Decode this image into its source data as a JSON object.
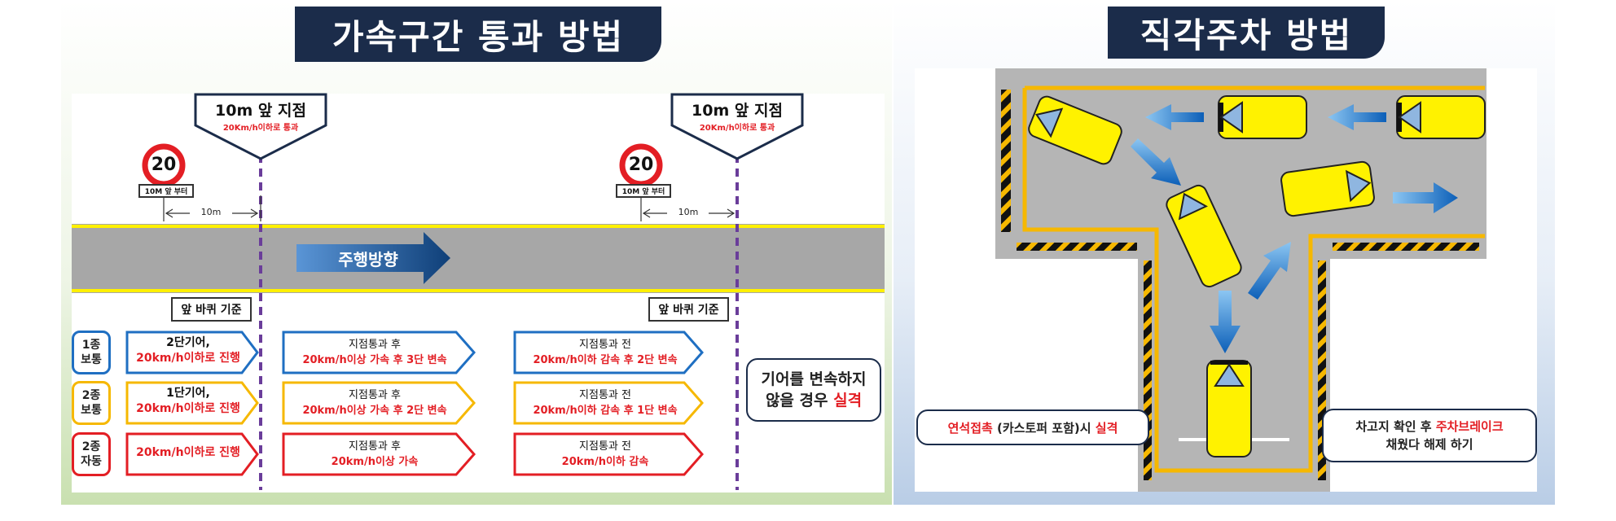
{
  "colors": {
    "navy": "#1b2c4a",
    "red": "#e31e24",
    "blue": "#1f6fc2",
    "orange": "#f6b800",
    "purple": "#6a3d9a",
    "road": "#a7a7a7",
    "yellow": "#fff000"
  },
  "left": {
    "title": "가속구간 통과 방법",
    "marker_left": {
      "main": "10m 앞 지점",
      "sub": "20Km/h이하로 통과"
    },
    "marker_right": {
      "main": "10m 앞 지점",
      "sub": "20Km/h이하로 통과"
    },
    "sign_value": "20",
    "sign_caption": "10M 앞 부터",
    "distance": "10m",
    "direction": "주행방향",
    "wheel_ref": "앞 바퀴 기준",
    "rows": [
      {
        "type_line1": "1종",
        "type_line2": "보통",
        "desc1": "2단기어,",
        "desc2": "20km/h이하로 진행",
        "mid1": "지점통과 후",
        "mid2a": "20km/h이상 가속 후 ",
        "mid2b": "3단 변속",
        "right1": "지점통과 전",
        "right2a": "20km/h이하 감속 후 ",
        "right2b": "2단 변속"
      },
      {
        "type_line1": "2종",
        "type_line2": "보통",
        "desc1": "1단기어,",
        "desc2": "20km/h이하로 진행",
        "mid1": "지점통과 후",
        "mid2a": "20km/h이상 가속 후 ",
        "mid2b": "2단 변속",
        "right1": "지점통과 전",
        "right2a": "20km/h이하 감속 후 ",
        "right2b": "1단 변속"
      },
      {
        "type_line1": "2종",
        "type_line2": "자동",
        "desc1": "",
        "desc2": "20km/h이하로 진행",
        "mid1": "지점통과 후",
        "mid2a": "20km/h이상 가속",
        "mid2b": "",
        "right1": "지점통과 전",
        "right2a": "20km/h이하 감속",
        "right2b": ""
      }
    ],
    "fail_note": {
      "line1": "기어를 변속하지",
      "line2a": "않을 경우 ",
      "line2b": "실격"
    }
  },
  "right": {
    "title": "직각주차 방법",
    "note_left": {
      "a": "연석접촉",
      "b": " (카스토퍼 포함)시 ",
      "c": "실격"
    },
    "note_right": {
      "line1a": "차고지 확인 후 ",
      "line1b": "주차브레이크",
      "line2": "채웠다 해제 하기"
    }
  }
}
